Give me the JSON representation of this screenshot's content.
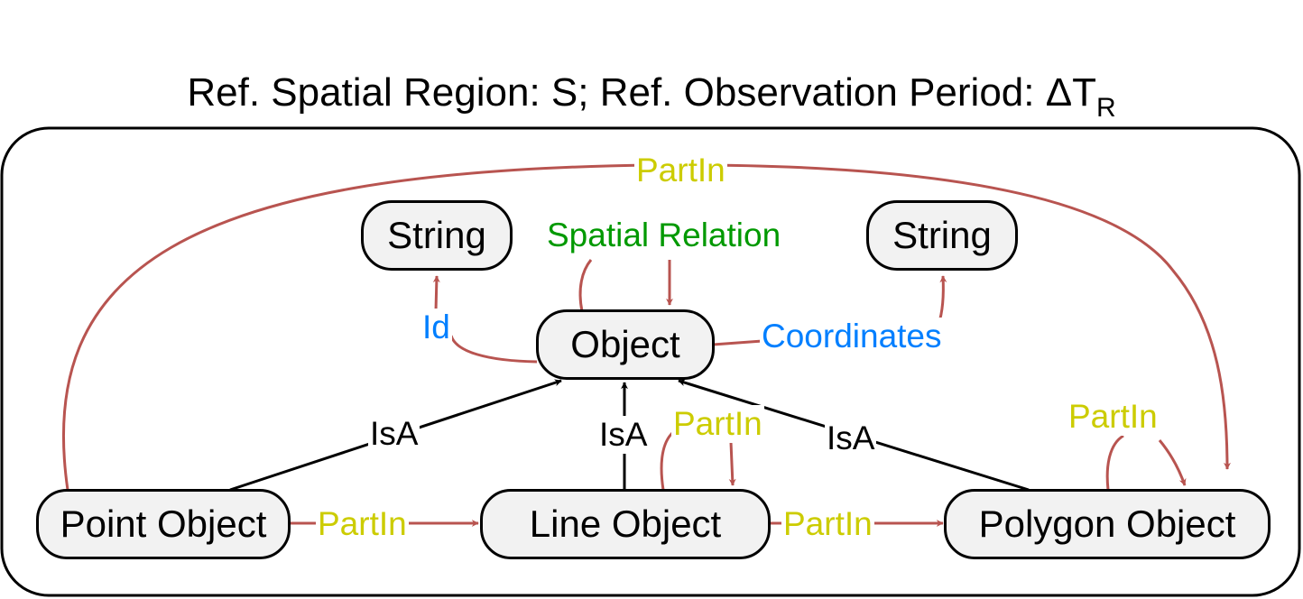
{
  "title": {
    "main": "Ref. Spatial Region: S; Ref. Observation Period: ΔT",
    "subscript": "R"
  },
  "nodes": {
    "string_left": "String",
    "string_right": "String",
    "object": "Object",
    "point_object": "Point Object",
    "line_object": "Line Object",
    "polygon_object": "Polygon Object"
  },
  "edges": {
    "partin_top": "PartIn",
    "spatial_relation": "Spatial Relation",
    "id": "Id",
    "coordinates": "Coordinates",
    "isa_point": "IsA",
    "isa_line": "IsA",
    "isa_polygon": "IsA",
    "partin_line_self": "PartIn",
    "partin_polygon_self": "PartIn",
    "partin_point_line": "PartIn",
    "partin_line_polygon": "PartIn"
  },
  "colors": {
    "edge_red": "#b85450",
    "label_partin": "#cccc00",
    "label_spatial": "#009900",
    "label_attr": "#007fff",
    "node_fill": "#f2f2f2"
  }
}
